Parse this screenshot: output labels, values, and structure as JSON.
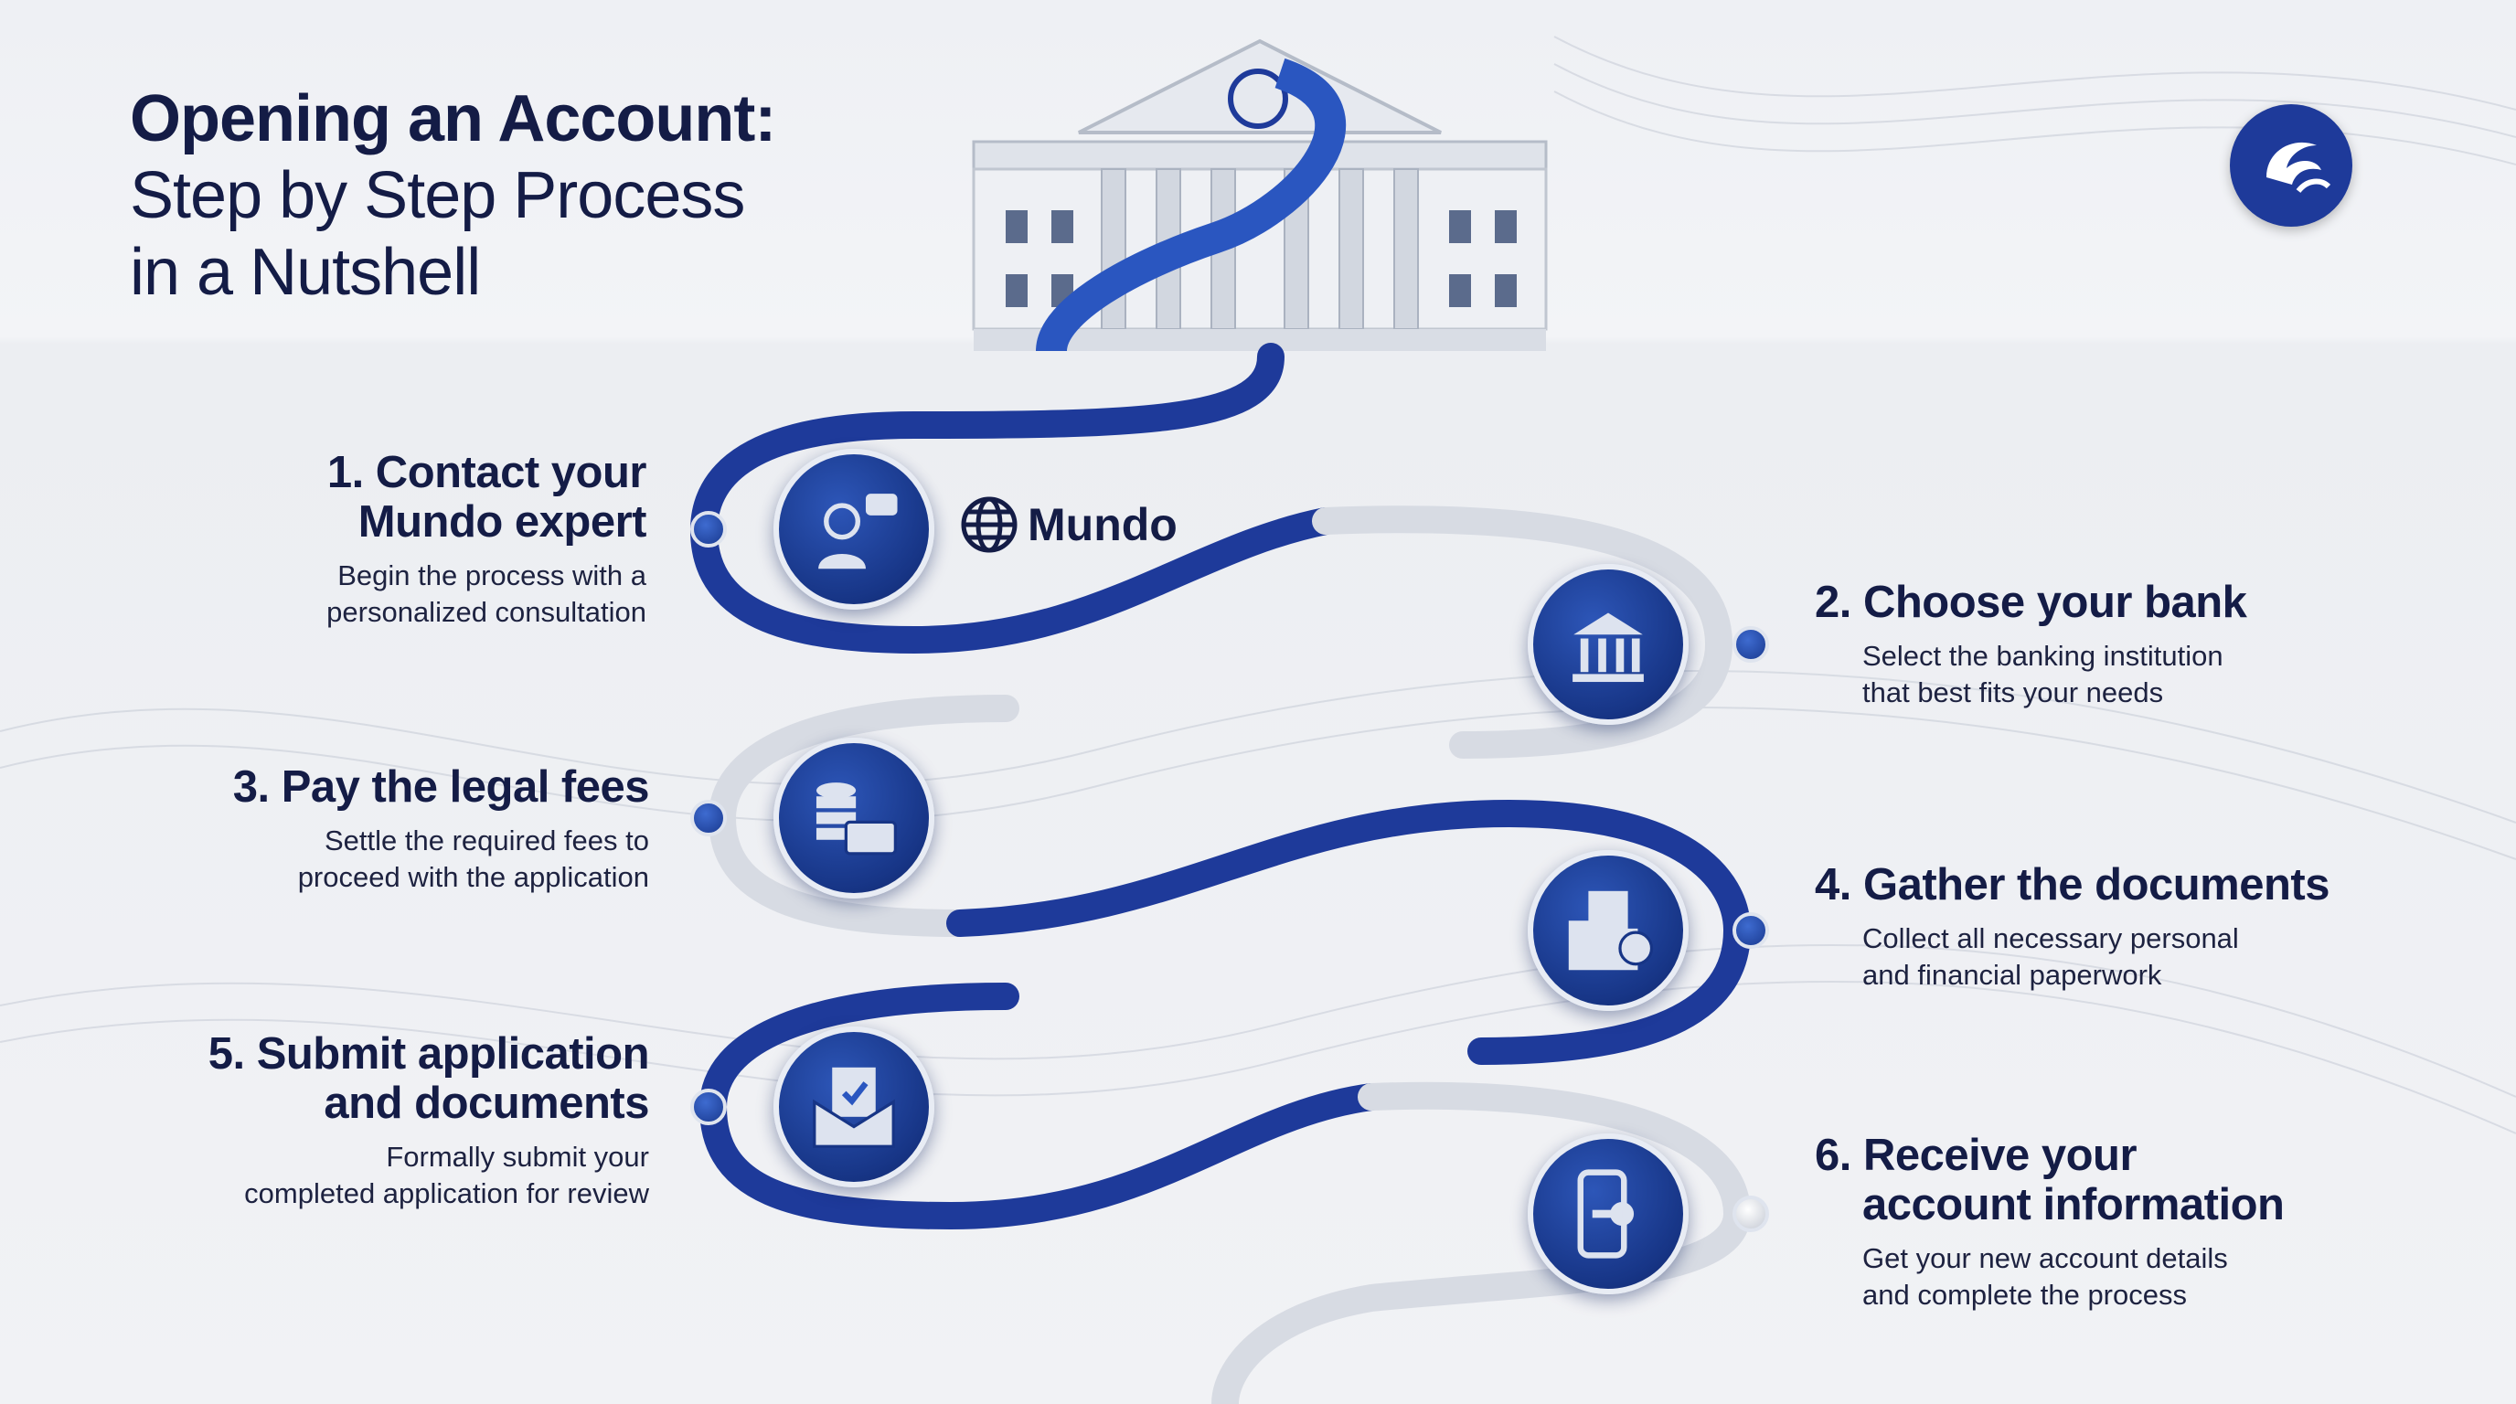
{
  "header": {
    "title_line1": "Opening an Account:",
    "title_line2": "Step by Step Process",
    "title_line3": "in a Nutshell"
  },
  "brand": {
    "name": "Mundo",
    "icon": "globe-icon",
    "logo_icon": "mundo-logo-icon"
  },
  "colors": {
    "accent": "#1e3a9a",
    "text": "#141c46",
    "ribbon_light": "#d7dbe3"
  },
  "steps": [
    {
      "title_a": "1. Contact your",
      "title_b": "Mundo expert",
      "desc_a": "Begin the process with a",
      "desc_b": "personalized consultation",
      "icon": "support-agent-icon"
    },
    {
      "title_a": "2. Choose your bank",
      "title_b": "",
      "desc_a": "Select the banking institution",
      "desc_b": "that best fits your needs",
      "icon": "bank-icon"
    },
    {
      "title_a": "3. Pay the legal fees",
      "title_b": "",
      "desc_a": "Settle the required fees to",
      "desc_b": "proceed with the application",
      "icon": "payment-icon"
    },
    {
      "title_a": "4. Gather the documents",
      "title_b": "",
      "desc_a": "Collect all necessary personal",
      "desc_b": "and financial paperwork",
      "icon": "documents-icon"
    },
    {
      "title_a": "5. Submit application",
      "title_b": "and documents",
      "desc_a": "Formally submit your",
      "desc_b": "completed application for review",
      "icon": "envelope-check-icon"
    },
    {
      "title_a": "6. Receive your",
      "title_b": "account information",
      "desc_a": "Get your new account details",
      "desc_b": "and complete the process",
      "icon": "phone-key-icon"
    }
  ]
}
